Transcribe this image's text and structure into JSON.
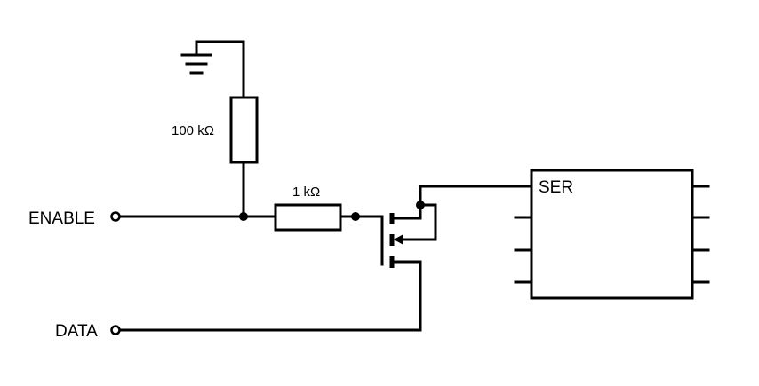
{
  "ports": {
    "enable": "ENABLE",
    "data": "DATA"
  },
  "components": {
    "pulldown_resistor": "100 kΩ",
    "series_resistor": "1 kΩ",
    "ic_pin": "SER"
  },
  "icons": {
    "ground": "ground-icon",
    "mosfet": "n-channel-mosfet-icon"
  }
}
